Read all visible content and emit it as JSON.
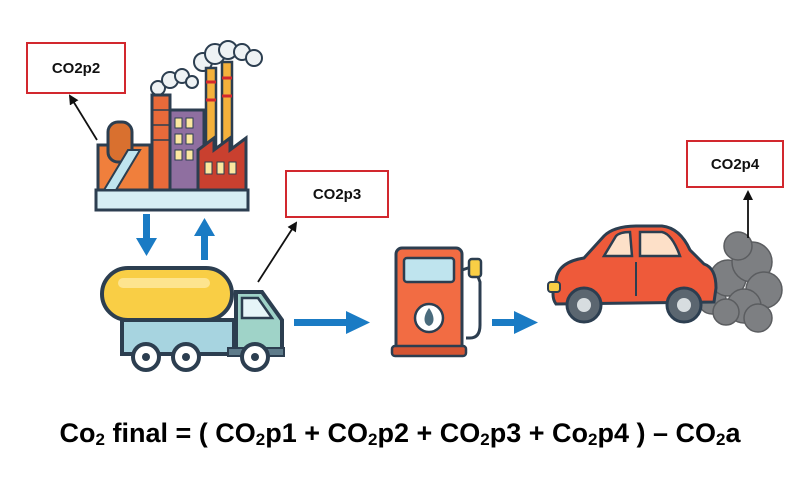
{
  "labels": {
    "p2": "CO2p2",
    "p3": "CO2p3",
    "p4": "CO2p4"
  },
  "formula": {
    "parts": [
      "Co",
      "2",
      " final = ( CO",
      "2",
      "p1 + CO",
      "2",
      "p2 + CO",
      "2",
      "p3  + Co",
      "2",
      "p4 ) – CO",
      "2",
      "a"
    ]
  },
  "icons": [
    "factory-icon",
    "tanker-truck-icon",
    "fuel-pump-icon",
    "car-icon",
    "exhaust-smoke-icon"
  ],
  "colors": {
    "label_border": "#d2282e",
    "flow_arrow": "#1a7bc4",
    "pointer_arrow": "#111111"
  }
}
